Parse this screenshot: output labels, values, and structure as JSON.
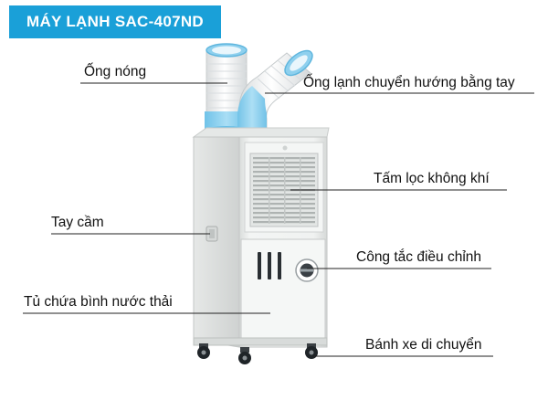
{
  "title": "MÁY LẠNH SAC-407ND",
  "labels": {
    "hot_duct": "Ống nóng",
    "cold_duct": "Ống lạnh chuyển hướng bằng tay",
    "air_filter": "Tấm lọc không khí",
    "handle": "Tay cầm",
    "control_switch": "Công tắc điều chỉnh",
    "drain_cabinet": "Tủ chứa bình nước thải",
    "wheels": "Bánh xe di chuyển"
  },
  "colors": {
    "title_bg": "#1aa0d8",
    "title_text": "#ffffff",
    "duct_blue": "#8ed0ee",
    "duct_white": "#f4f6f7",
    "body": "#f1f3f2"
  }
}
